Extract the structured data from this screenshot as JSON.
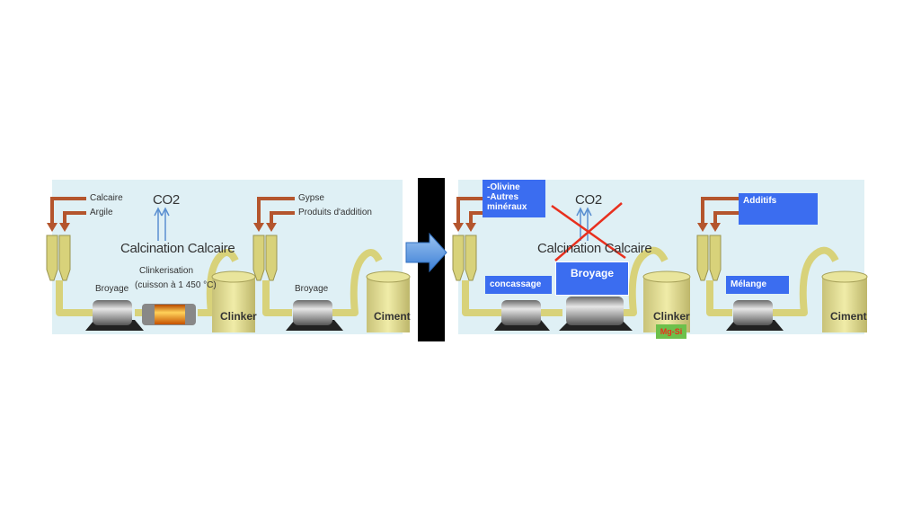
{
  "left": {
    "raw_1": "Calcaire",
    "raw_2": "Argile",
    "co2": "CO2",
    "calcination": "Calcination Calcaire",
    "broyage_1": "Broyage",
    "clinkerisation_1": "Clinkerisation",
    "clinkerisation_2": "(cuisson à 1 450 °C)",
    "clinker": "Clinker",
    "additive_1": "Gypse",
    "additive_2": "Produits d'addition",
    "broyage_2": "Broyage",
    "ciment": "Ciment"
  },
  "right": {
    "raw_box": [
      "-Olivine",
      "-Autres",
      "minéraux"
    ],
    "co2": "CO2",
    "calcination": "Calcination Calcaire",
    "broyage_box": "Broyage",
    "concassage_box": "concassage",
    "clinker": "Clinker",
    "mgsi_badge": "Mg-Si",
    "additifs_box": "Additifs",
    "melange_box": "Mélange",
    "ciment": "Ciment"
  },
  "colors": {
    "panel_bg": "#dff0f5",
    "pipe": "#d8d27a",
    "arrow_brown": "#b4552d",
    "label_box": "#3b6df0",
    "cross_red": "#e8301e",
    "badge_green": "#6dc04b"
  },
  "icons": [
    "material-input-arrow-icon",
    "co2-emission-arrow-icon",
    "process-flow-arrow-icon",
    "cross-out-icon"
  ]
}
